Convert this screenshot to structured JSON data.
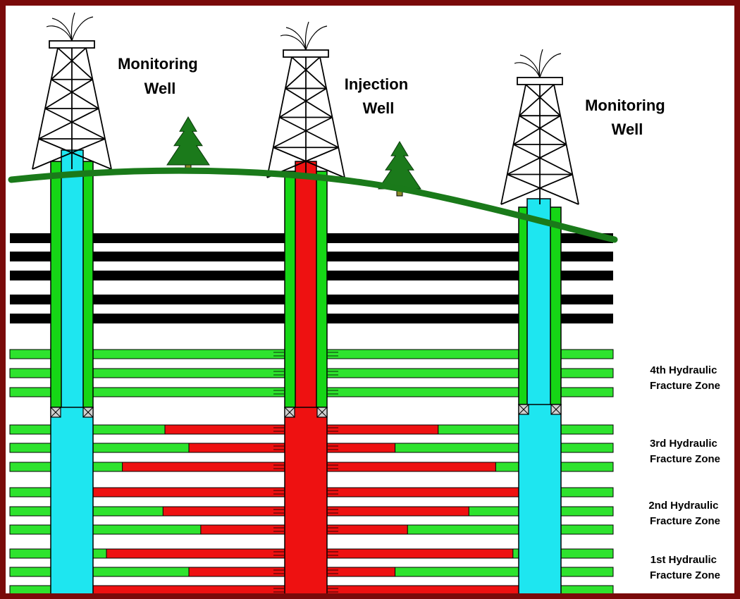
{
  "labels": {
    "monitoring_left": [
      "Monitoring",
      "Well"
    ],
    "injection": [
      "Injection",
      "Well"
    ],
    "monitoring_right": [
      "Monitoring",
      "Well"
    ]
  },
  "zones": [
    {
      "lines": [
        "4th Hydraulic",
        "Fracture Zone"
      ]
    },
    {
      "lines": [
        "3rd Hydraulic",
        "Fracture Zone"
      ]
    },
    {
      "lines": [
        "2nd Hydraulic",
        "Fracture Zone"
      ]
    },
    {
      "lines": [
        "1st Hydraulic",
        "Fracture Zone"
      ]
    }
  ],
  "colors": {
    "frame": "#7a0a0a",
    "ground": "#1a7a1a",
    "tree": "#1b7a1b",
    "trunk": "#8a8a2a",
    "casing": "#16d616",
    "fracture_green": "#2ee32e",
    "injected_fluid": "#ee1111",
    "monitoring_fluid": "#1ee6f0",
    "rock_layer": "#000000",
    "packer": "#d0d0d0"
  },
  "rows": [
    {
      "rx1": 0,
      "lx2": 0
    },
    {
      "rx1": 0,
      "lx2": 0
    },
    {
      "rx1": 0,
      "lx2": 0
    },
    {
      "rx1": 0.375,
      "lx2": 0.58
    },
    {
      "rx1": 0.5,
      "lx2": 0.355
    },
    {
      "rx1": 0.153,
      "lx2": 0.88
    },
    {
      "rx1": 0,
      "lx2": 1
    },
    {
      "rx1": 0.365,
      "lx2": 0.74
    },
    {
      "rx1": 0.562,
      "lx2": 0.42
    },
    {
      "rx1": 0.07,
      "lx2": 0.97
    },
    {
      "rx1": 0.5,
      "lx2": 0.355
    },
    {
      "rx1": 0,
      "lx2": 1
    }
  ]
}
